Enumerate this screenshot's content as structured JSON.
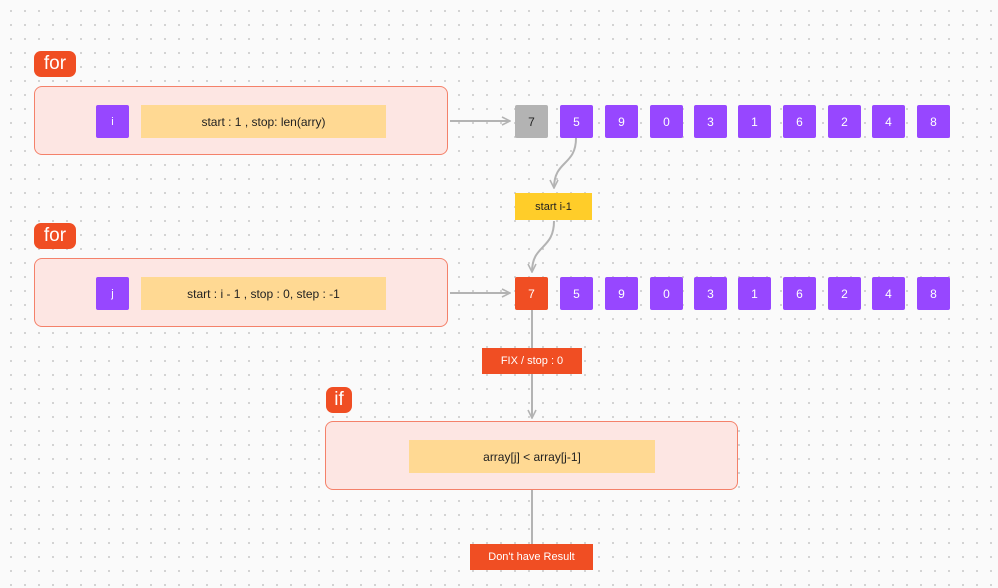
{
  "colors": {
    "tag": "#f04e23",
    "panel_fill": "#fde6e3",
    "panel_border": "#f4816a",
    "variable": "#9747ff",
    "condition": "#ffd993",
    "note_yellow": "#ffcd29",
    "note_red": "#f04e23",
    "inactive_cell": "#b3b3b3",
    "connector": "#b3b3b3"
  },
  "outer_loop": {
    "keyword": "for",
    "variable": "i",
    "condition": "start : 1 , stop: len(arry)"
  },
  "array_top": {
    "cells": [
      "7",
      "5",
      "9",
      "0",
      "3",
      "1",
      "6",
      "2",
      "4",
      "8"
    ]
  },
  "note_start": "start i-1",
  "inner_loop": {
    "keyword": "for",
    "variable": "j",
    "condition": "start : i - 1 , stop : 0, step : -1"
  },
  "array_bottom": {
    "cells": [
      "7",
      "5",
      "9",
      "0",
      "3",
      "1",
      "6",
      "2",
      "4",
      "8"
    ]
  },
  "note_fix": "FIX / stop : 0",
  "if_block": {
    "keyword": "if",
    "condition": "array[j] < array[j-1]"
  },
  "result": "Don't have Result"
}
